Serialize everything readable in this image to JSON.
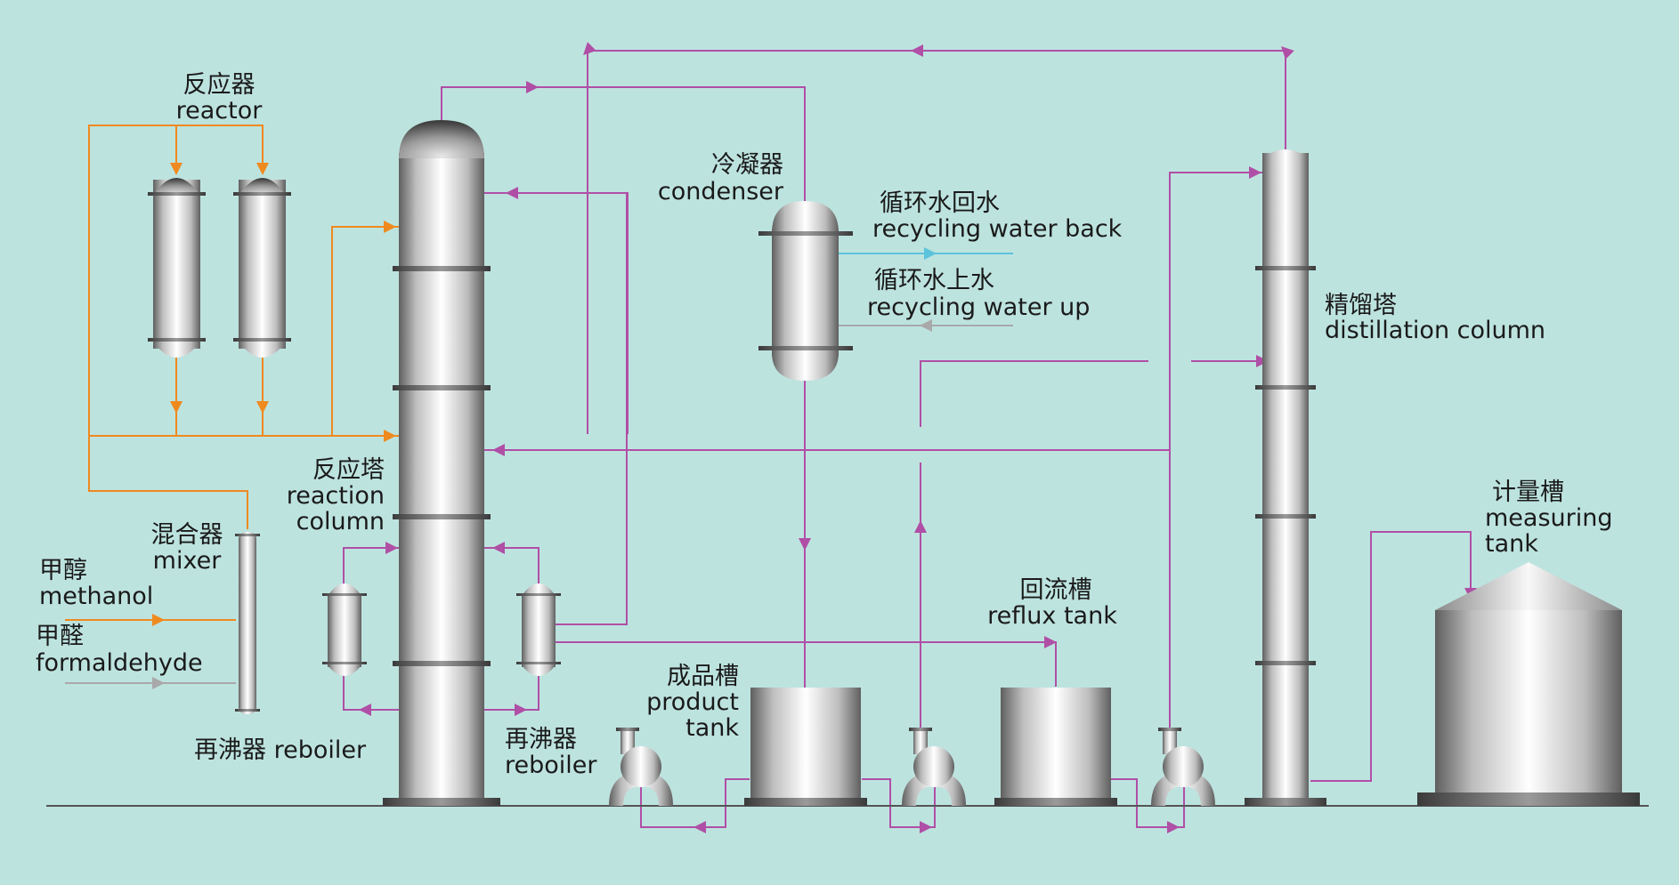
{
  "labels": {
    "reactor_cn": "反应器",
    "reactor_en": "reactor",
    "condenser_cn": "冷凝器",
    "condenser_en": "condenser",
    "water_back_cn": "循环水回水",
    "water_back_en": "recycling water back",
    "water_up_cn": "循环水上水",
    "water_up_en": "recycling water up",
    "distillation_cn": "精馏塔",
    "distillation_en": "distillation column",
    "reaction_col_cn": "反应塔",
    "reaction_col_en1": "reaction",
    "reaction_col_en2": "column",
    "mixer_cn": "混合器",
    "mixer_en": "mixer",
    "methanol_cn": "甲醇",
    "methanol_en": "methanol",
    "formaldehyde_cn": "甲醛",
    "formaldehyde_en": "formaldehyde",
    "reboiler_left": "再沸器 reboiler",
    "reboiler_mid_cn": "再沸器",
    "reboiler_mid_en": "reboiler",
    "product_cn": "成品槽",
    "product_en1": "product",
    "product_en2": "tank",
    "reflux_cn": "回流槽",
    "reflux_en": "reflux tank",
    "measuring_cn": "计量槽",
    "measuring_en1": "measuring",
    "measuring_en2": "tank"
  },
  "colors": {
    "background": "#bde3df",
    "process_line": "#b04fa6",
    "feed_line": "#ef8a1f",
    "water_back_line": "#5cc3dc",
    "water_up_line": "#a9a9a9",
    "ground_line": "#555555"
  }
}
